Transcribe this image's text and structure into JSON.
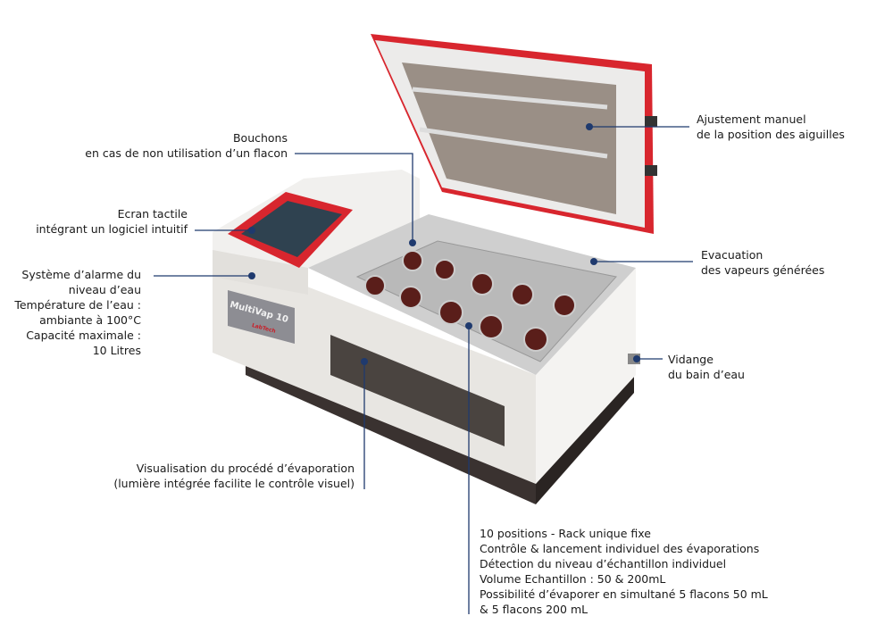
{
  "product": {
    "brand_label": "MultiVap 10",
    "maker_label": "LabTech"
  },
  "colors": {
    "callout": "#1f3a6e",
    "lid_red": "#d8262e",
    "body": "#ecebe8"
  },
  "callouts": {
    "caps": {
      "lines": [
        "Bouchons",
        "en cas de non utilisation d’un flacon"
      ]
    },
    "touchscreen": {
      "lines": [
        "Ecran tactile",
        "intégrant un logiciel intuitif"
      ]
    },
    "alarm": {
      "lines": [
        "Système d’alarme du",
        "niveau d’eau",
        "Température de l’eau :",
        "ambiante à 100°C",
        "Capacité maximale :",
        "10 Litres"
      ]
    },
    "needles": {
      "lines": [
        "Ajustement manuel",
        "de la position des aiguilles"
      ]
    },
    "vapour": {
      "lines": [
        "Evacuation",
        "des vapeurs générées"
      ]
    },
    "drain": {
      "lines": [
        "Vidange",
        "du bain d’eau"
      ]
    },
    "window": {
      "lines": [
        "Visualisation du procédé d’évaporation",
        "(lumière intégrée facilite le contrôle visuel)"
      ]
    },
    "rack": {
      "lines": [
        "10 positions - Rack unique fixe",
        "Contrôle & lancement individuel des évaporations",
        "Détection du niveau d’échantillon individuel",
        "Volume Echantillon : 50 & 200mL",
        "Possibilité d’évaporer en simultané 5 flacons 50 mL",
        "& 5 flacons 200 mL"
      ]
    }
  }
}
